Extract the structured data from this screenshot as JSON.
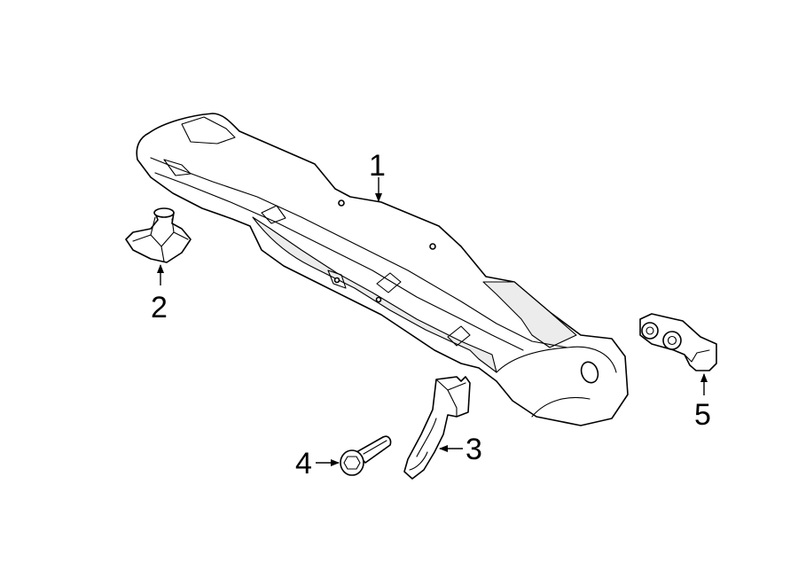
{
  "callouts": [
    {
      "id": "1",
      "label": "1"
    },
    {
      "id": "2",
      "label": "2"
    },
    {
      "id": "3",
      "label": "3"
    },
    {
      "id": "4",
      "label": "4"
    },
    {
      "id": "5",
      "label": "5"
    }
  ],
  "colors": {
    "line": "#000000",
    "fill": "#ffffff",
    "shade": "#ececec"
  }
}
